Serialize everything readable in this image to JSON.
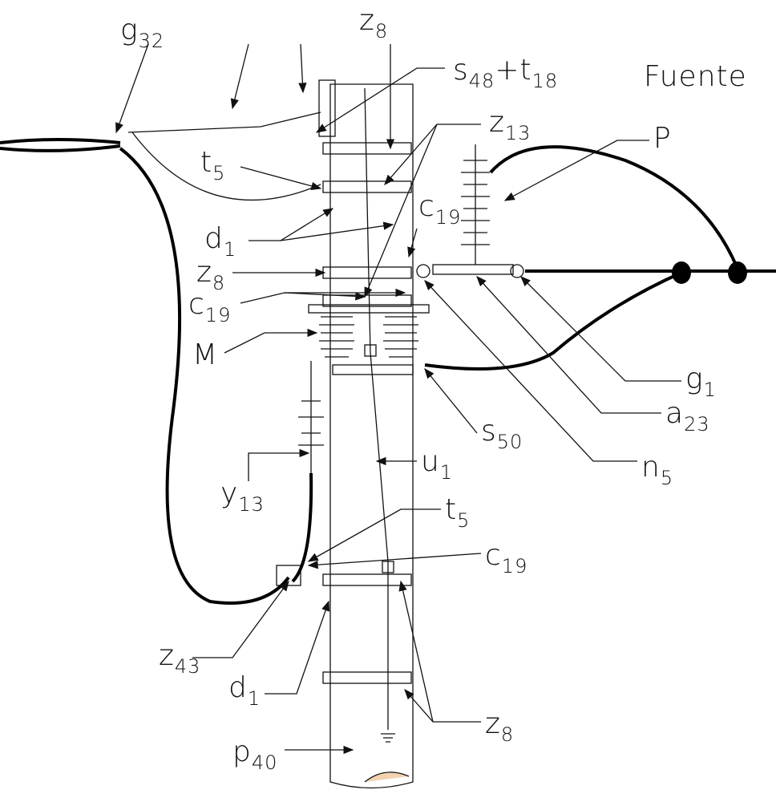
{
  "title": "Fuente",
  "labels": [
    {
      "id": "g32",
      "m": "g",
      "s": "32"
    },
    {
      "id": "z8-top",
      "m": "z",
      "s": "8"
    },
    {
      "id": "s48-t18",
      "m": "s",
      "s": "48",
      "m2": "+t",
      "s2": "18"
    },
    {
      "id": "z13",
      "m": "z",
      "s": "13"
    },
    {
      "id": "t5-top",
      "m": "t",
      "s": "5"
    },
    {
      "id": "P",
      "m": "P",
      "s": ""
    },
    {
      "id": "c19-top",
      "m": "c",
      "s": "19"
    },
    {
      "id": "d1-top",
      "m": "d",
      "s": "1"
    },
    {
      "id": "z8-mid",
      "m": "z",
      "s": "8"
    },
    {
      "id": "c19-mid",
      "m": "c",
      "s": "19"
    },
    {
      "id": "M",
      "m": "M",
      "s": ""
    },
    {
      "id": "g1",
      "m": "g",
      "s": "1"
    },
    {
      "id": "a23",
      "m": "a",
      "s": "23"
    },
    {
      "id": "s50",
      "m": "s",
      "s": "50"
    },
    {
      "id": "n5",
      "m": "n",
      "s": "5"
    },
    {
      "id": "u1",
      "m": "u",
      "s": "1"
    },
    {
      "id": "y13",
      "m": "y",
      "s": "13"
    },
    {
      "id": "t5-low",
      "m": "t",
      "s": "5"
    },
    {
      "id": "c19-low",
      "m": "c",
      "s": "19"
    },
    {
      "id": "z43",
      "m": "z",
      "s": "43"
    },
    {
      "id": "d1-low",
      "m": "d",
      "s": "1"
    },
    {
      "id": "z8-low",
      "m": "z",
      "s": "8"
    },
    {
      "id": "p40",
      "m": "p",
      "s": "40"
    }
  ]
}
